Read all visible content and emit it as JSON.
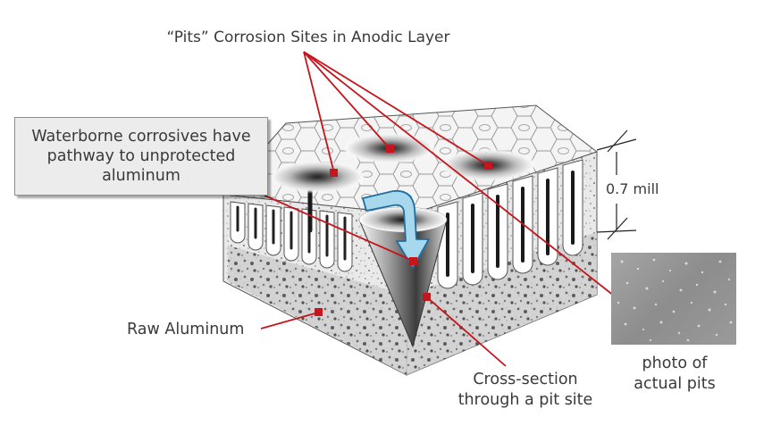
{
  "title": "“Pits” Corrosion Sites in Anodic Layer",
  "callout": {
    "lines": [
      "Waterborne corrosives have",
      "pathway to unprotected",
      "aluminum"
    ]
  },
  "labels": {
    "raw_aluminum": "Raw Aluminum",
    "cross_section": [
      "Cross-section",
      "through a pit site"
    ],
    "photo_caption": [
      "photo of",
      "actual pits"
    ],
    "measurement": "0.7 mill"
  },
  "colors": {
    "leader_line": "#c4161c",
    "text": "#3a3a3a",
    "arrow_fill": "#a8d8ee",
    "arrow_stroke": "#1d6fa0"
  }
}
